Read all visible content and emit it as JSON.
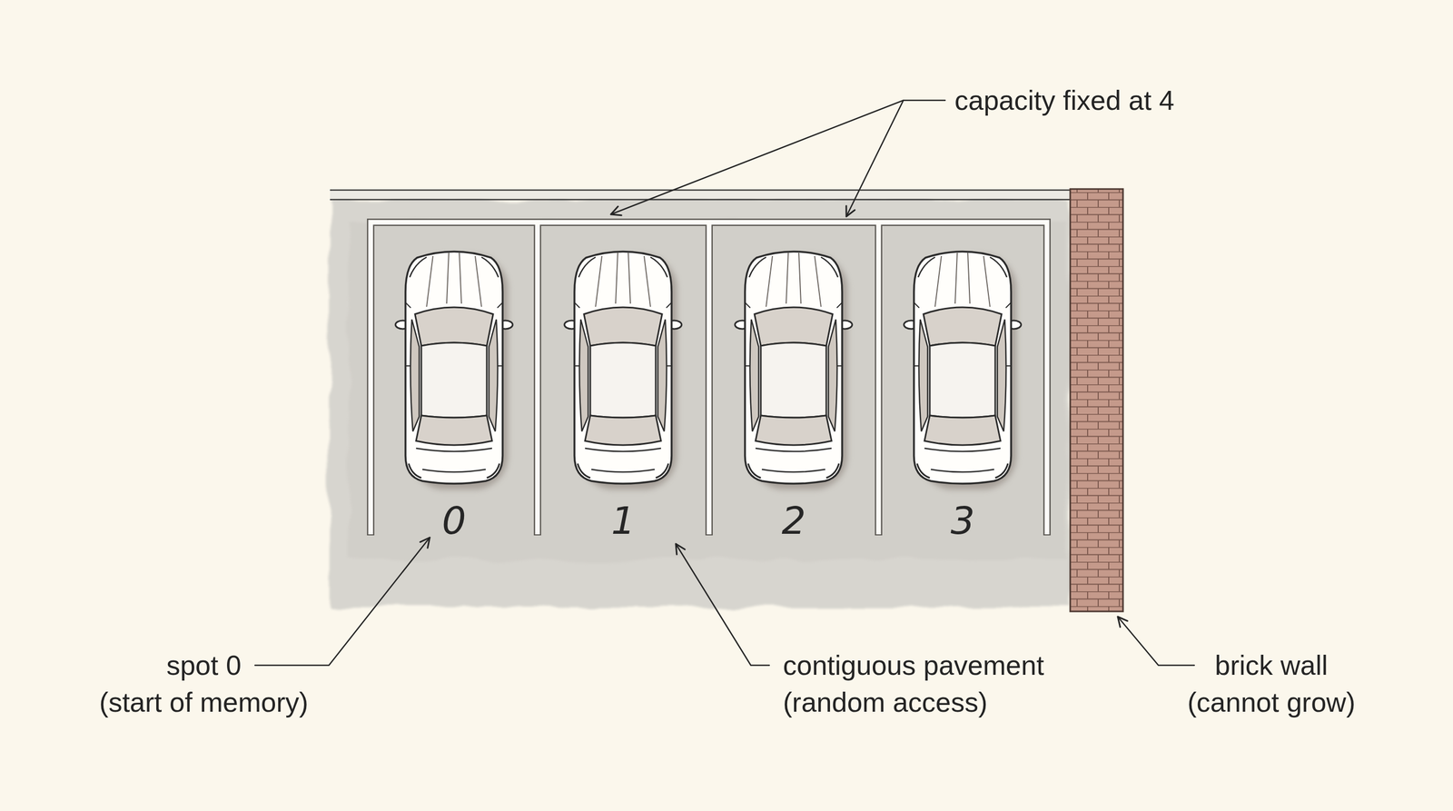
{
  "diagram": {
    "nodes": [
      {
        "text": [
          "0"
        ]
      },
      {
        "text": [
          "1"
        ]
      },
      {
        "text": [
          "2"
        ]
      },
      {
        "text": [
          "3"
        ]
      }
    ],
    "labels": [
      "capacity fixed at 4",
      "spot 0 (start of memory)",
      "contiguous pavement (random access)",
      "brick wall (cannot grow)"
    ]
  }
}
